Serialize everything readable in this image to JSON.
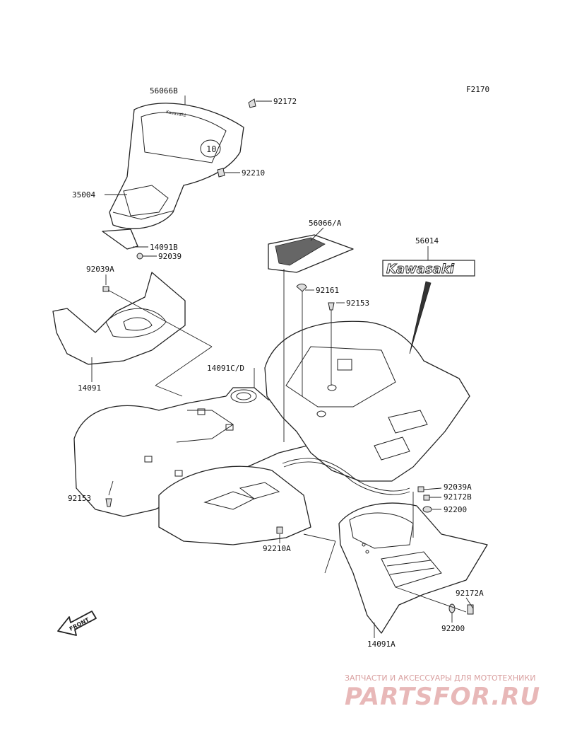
{
  "figure_code": "F2170",
  "labels": {
    "56066B": "56066B",
    "92172_top": "92172",
    "92210": "92210",
    "35004": "35004",
    "14091B": "14091B",
    "92039": "92039",
    "56066A": "56066/A",
    "56014": "56014",
    "92039A_left": "92039A",
    "92161": "92161",
    "92153_top": "92153",
    "14091CD": "14091C/D",
    "14091": "14091",
    "92153_left": "92153",
    "92039A_right": "92039A",
    "92172B": "92172B",
    "92200_top": "92200",
    "92210A": "92210A",
    "92172A": "92172A",
    "92200_bottom": "92200",
    "14091A": "14091A"
  },
  "emblem_text": "Kawasaki",
  "front_arrow_text": "FRONT",
  "watermark": {
    "subtitle": "ЗАПЧАСТИ И АКСЕССУАРЫ ДЛЯ МОТОТЕХНИКИ",
    "brand": "PARTSFOR.RU"
  },
  "colors": {
    "line": "#222222",
    "watermark": "#e8b8b8"
  }
}
